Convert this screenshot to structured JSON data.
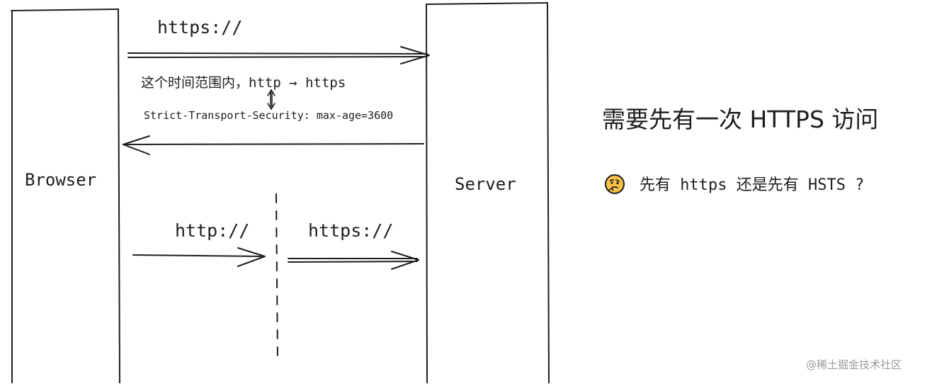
{
  "diagram": {
    "browser_label": "Browser",
    "server_label": "Server",
    "top_request_label": "https://",
    "note_label": "这个时间范围内，http → https",
    "hsts_header": "Strict-Transport-Security: max-age=3600",
    "http_label": "http://",
    "https_label": "https://"
  },
  "side": {
    "heading": "需要先有一次 HTTPS 访问",
    "emoji": "thinking-face-icon",
    "question": "先有 https 还是先有 HSTS ?"
  },
  "footer": {
    "text": "@稀土掘金技术社区"
  },
  "colors": {
    "ink": "#1e1e1e",
    "emoji_fill": "#f5c247",
    "footer": "#9a9a9a"
  }
}
